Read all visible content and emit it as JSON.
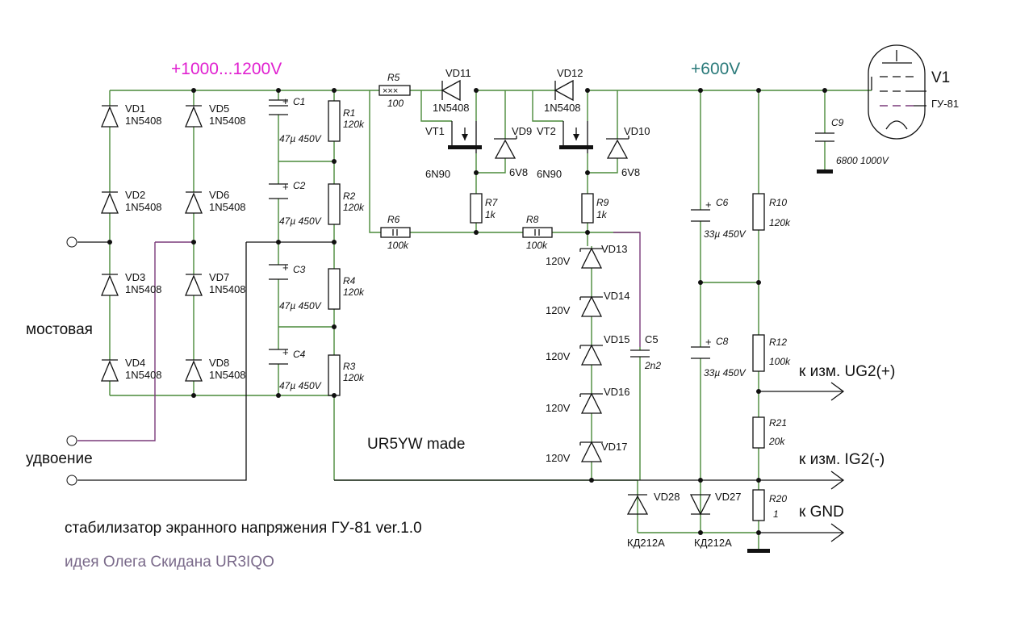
{
  "rails": {
    "high_voltage": "+1000...1200V",
    "screen_voltage": "+600V"
  },
  "bridge": {
    "diodes": [
      {
        "ref": "VD1",
        "type": "1N5408"
      },
      {
        "ref": "VD2",
        "type": "1N5408"
      },
      {
        "ref": "VD3",
        "type": "1N5408"
      },
      {
        "ref": "VD4",
        "type": "1N5408"
      },
      {
        "ref": "VD5",
        "type": "1N5408"
      },
      {
        "ref": "VD6",
        "type": "1N5408"
      },
      {
        "ref": "VD7",
        "type": "1N5408"
      },
      {
        "ref": "VD8",
        "type": "1N5408"
      }
    ],
    "mode_bridge": "мостовая",
    "mode_doubler": "удвоение"
  },
  "filter_caps": [
    {
      "ref": "C1",
      "value": "47µ 450V"
    },
    {
      "ref": "C2",
      "value": "47µ 450V"
    },
    {
      "ref": "C3",
      "value": "47µ 450V"
    },
    {
      "ref": "C4",
      "value": "47µ 450V"
    }
  ],
  "resistors": {
    "R1": {
      "ref": "R1",
      "value": "120k"
    },
    "R2": {
      "ref": "R2",
      "value": "120k"
    },
    "R4": {
      "ref": "R4",
      "value": "120k"
    },
    "R3": {
      "ref": "R3",
      "value": "120k"
    },
    "R5": {
      "ref": "R5",
      "value": "100"
    },
    "R6": {
      "ref": "R6",
      "value": "100k"
    },
    "R7": {
      "ref": "R7",
      "value": "1k"
    },
    "R8": {
      "ref": "R8",
      "value": "100k"
    },
    "R9": {
      "ref": "R9",
      "value": "1k"
    },
    "R10": {
      "ref": "R10",
      "value": "120k"
    },
    "R12": {
      "ref": "R12",
      "value": "100k"
    },
    "R21": {
      "ref": "R21",
      "value": "20k"
    },
    "R20": {
      "ref": "R20",
      "value": "1"
    }
  },
  "regulator": {
    "VD11": {
      "ref": "VD11",
      "type": "1N5408"
    },
    "VD12": {
      "ref": "VD12",
      "type": "1N5408"
    },
    "VT1": {
      "ref": "VT1",
      "type": "6N90"
    },
    "VT2": {
      "ref": "VT2",
      "type": "6N90"
    },
    "VD9": {
      "ref": "VD9",
      "type": "6V8"
    },
    "VD10": {
      "ref": "VD10",
      "type": "6V8"
    }
  },
  "zener_chain": [
    {
      "ref": "VD13",
      "value": "120V"
    },
    {
      "ref": "VD14",
      "value": "120V"
    },
    {
      "ref": "VD15",
      "value": "120V"
    },
    {
      "ref": "VD16",
      "value": "120V"
    },
    {
      "ref": "VD17",
      "value": "120V"
    }
  ],
  "C5": {
    "ref": "C5",
    "value": "2n2"
  },
  "C6": {
    "ref": "C6",
    "value": "33µ 450V"
  },
  "C8": {
    "ref": "C8",
    "value": "33µ 450V"
  },
  "C9": {
    "ref": "C9",
    "value": "6800 1000V"
  },
  "VD28": {
    "ref": "VD28",
    "type": "КД212А"
  },
  "VD27": {
    "ref": "VD27",
    "type": "КД212А"
  },
  "tube": {
    "ref": "V1",
    "type": "ГУ-81"
  },
  "outputs": {
    "ug2": "к изм. UG2(+)",
    "ig2": "к изм. IG2(-)",
    "gnd": "к GND"
  },
  "credit": "UR5YW made",
  "title": "стабилизатор экранного напряжения ГУ-81 ver.1.0",
  "idea": "идея Олега Скидана UR3IQO"
}
